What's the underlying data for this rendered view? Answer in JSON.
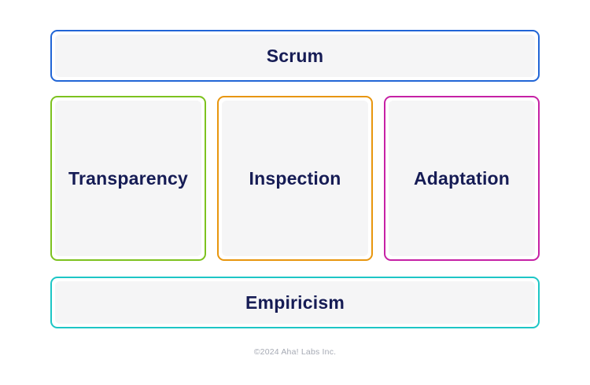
{
  "page": {
    "background_color": "#ffffff",
    "footer": "©2024 Aha! Labs Inc."
  },
  "diagram": {
    "text_color": "#161c55",
    "fill_color": "#f5f5f6",
    "title_box": {
      "label": "Scrum",
      "border_color": "#2165d6"
    },
    "pillars": [
      {
        "label": "Transparency",
        "border_color": "#7dc21f"
      },
      {
        "label": "Inspection",
        "border_color": "#e8960e"
      },
      {
        "label": "Adaptation",
        "border_color": "#c621a5"
      }
    ],
    "foundation_box": {
      "label": "Empiricism",
      "border_color": "#1dc6c6"
    }
  }
}
